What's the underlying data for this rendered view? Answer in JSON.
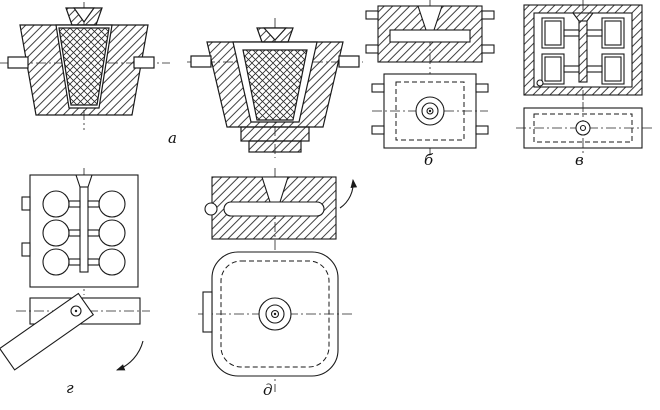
{
  "figure_labels": {
    "a": "а",
    "b": "б",
    "v": "в",
    "g": "г",
    "d": "д"
  },
  "style": {
    "ink_color": "#1a1a1a",
    "paper_color": "#ffffff"
  }
}
